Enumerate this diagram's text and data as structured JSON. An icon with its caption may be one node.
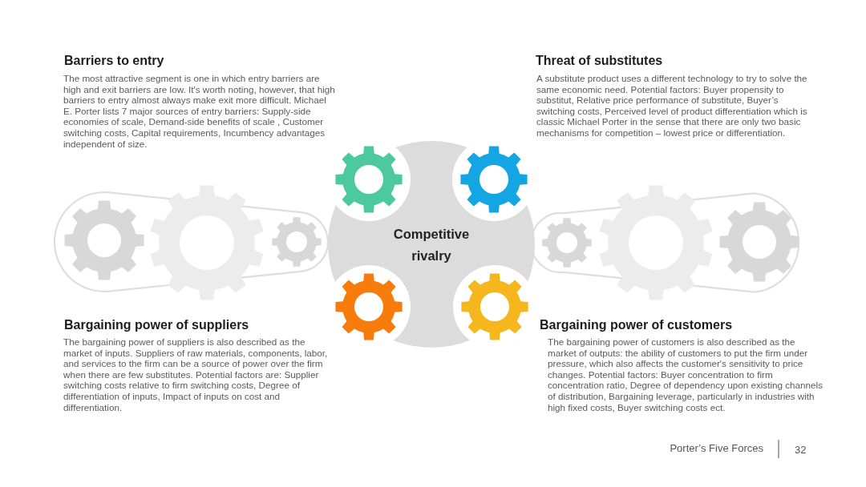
{
  "diagram": {
    "nodes": [
      {
        "text": [
          "Competitive rivalry"
        ]
      }
    ],
    "labels": [
      "Barriers to entry",
      "The most attractive segment is one in which entry barriers are high and exit barriers are low. It's worth noting, however, that high barriers to entry almost always make exit more difficult. Michael E. Porter lists 7 major sources of entry barriers: Supply-side economies of scale, Demand-side benefits of scale , Customer switching costs, Capital requirements, Incumbency advantages independent of size.",
      "Threat of substitutes",
      "A substitute product uses a different technology to try to solve the same economic need. Potential factors: Buyer propensity to substitut, Relative price performance of substitute, Buyer’s switching costs, Perceived level of product differentiation which is classic Michael Porter in the sense that there are only two basic mechanisms for competition – lowest price or differentiation.",
      "Bargaining power of suppliers",
      "The bargaining power of suppliers is also described as the market of inputs. Suppliers of raw materials, components, labor, and services to the firm can be a source of power over the firm when there are few substitutes. Potential factors are: Supplier switching costs relative to firm switching costs, Degree of differentiation of inputs, Impact of inputs on cost and differentiation.",
      "Bargaining power of customers",
      "The bargaining power of customers is also described as the market of outputs: the ability of customers to put the firm under pressure, which also affects the customer's sensitivity to price changes. Potential factors: Buyer concentration to firm concentration ratio, Degree of dependency upon existing channels of distribution, Bargaining leverage, particularly in industries with high fixed costs, Buyer switching costs ect.",
      "Porter’s Five Forces",
      "32"
    ]
  }
}
